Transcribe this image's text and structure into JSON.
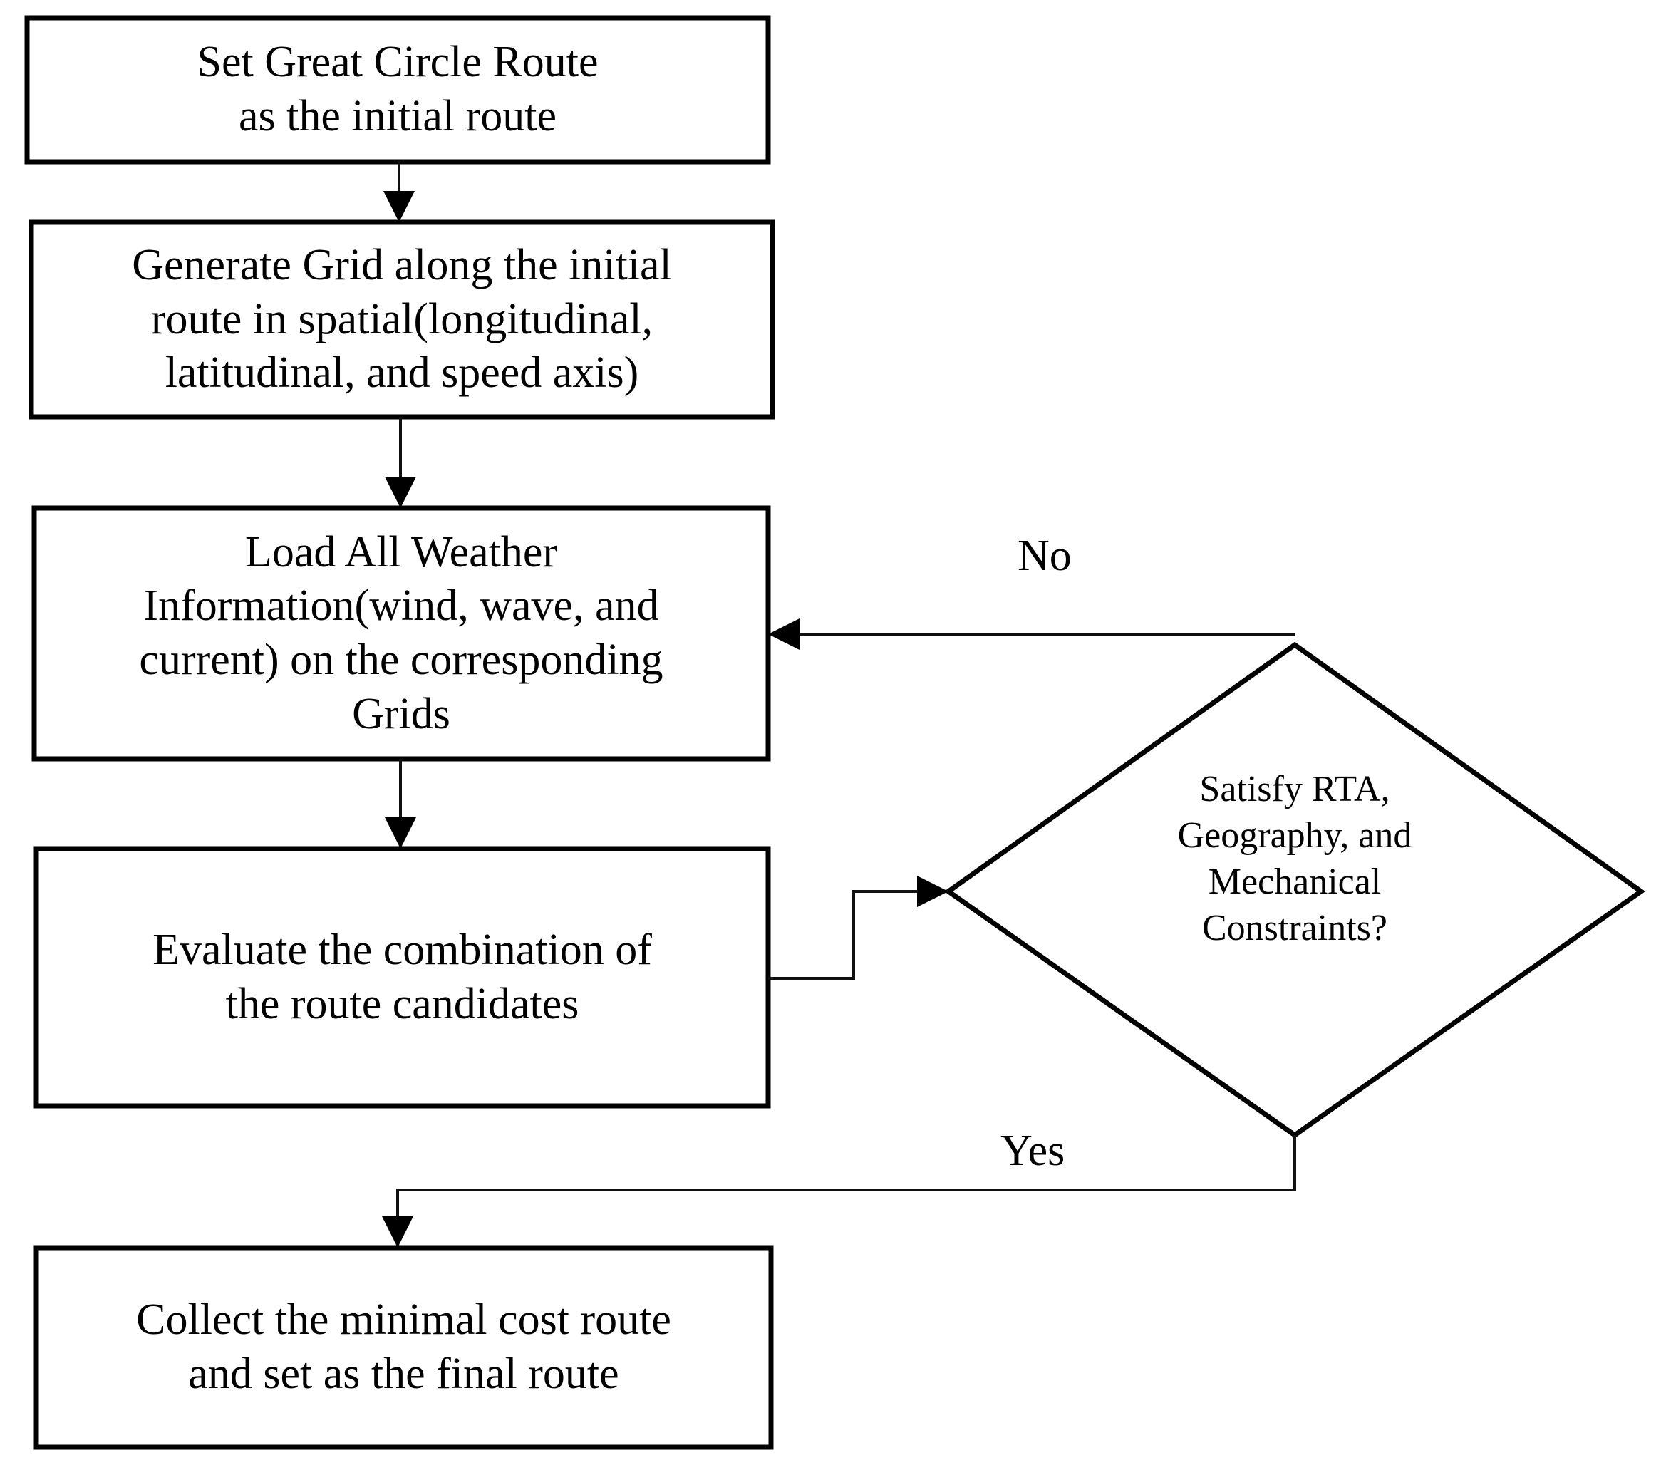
{
  "diagram": {
    "type": "flowchart",
    "title": "Weather routing algorithm flowchart",
    "orientation": "top-to-bottom with decision loop",
    "colors": {
      "node_fill": "#ffffff",
      "node_stroke": "#000000",
      "connector_stroke": "#111111",
      "text": "#000000",
      "background": "#ffffff"
    },
    "nodes": [
      {
        "id": "set-great-circle-route",
        "shape": "rectangle",
        "label": "Set Great Circle Route\nas the initial route"
      },
      {
        "id": "generate-grid",
        "shape": "rectangle",
        "label": "Generate Grid along the initial\nroute in spatial(longitudinal,\nlatitudinal, and speed axis)"
      },
      {
        "id": "load-weather-information",
        "shape": "rectangle",
        "label": "Load All Weather\nInformation(wind, wave, and\ncurrent) on the corresponding\nGrids"
      },
      {
        "id": "evaluate-route-candidates",
        "shape": "rectangle",
        "label": "Evaluate the combination of\nthe route candidates"
      },
      {
        "id": "constraints-decision",
        "shape": "diamond",
        "label": "Satisfy RTA,\nGeography, and\nMechanical\nConstraints?"
      },
      {
        "id": "collect-minimal-cost-route",
        "shape": "rectangle",
        "label": "Collect the minimal cost route\nand set as the final route"
      }
    ],
    "edges": [
      {
        "id": "e1",
        "from": "set-great-circle-route",
        "to": "generate-grid",
        "label": ""
      },
      {
        "id": "e2",
        "from": "generate-grid",
        "to": "load-weather-information",
        "label": ""
      },
      {
        "id": "e3",
        "from": "load-weather-information",
        "to": "evaluate-route-candidates",
        "label": ""
      },
      {
        "id": "e4",
        "from": "evaluate-route-candidates",
        "to": "constraints-decision",
        "label": ""
      },
      {
        "id": "e5",
        "from": "constraints-decision",
        "to": "load-weather-information",
        "label": "No"
      },
      {
        "id": "e6",
        "from": "constraints-decision",
        "to": "collect-minimal-cost-route",
        "label": "Yes"
      }
    ],
    "edge_labels": {
      "no": "No",
      "yes": "Yes"
    }
  }
}
